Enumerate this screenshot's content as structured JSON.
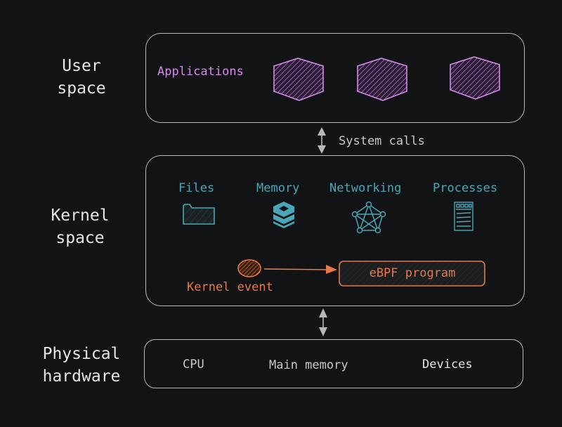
{
  "layers": {
    "user": {
      "label_line1": "User",
      "label_line2": "space",
      "group_label": "Applications",
      "app_count": 3
    },
    "syscall": {
      "label": "System calls"
    },
    "kernel": {
      "label_line1": "Kernel",
      "label_line2": "space",
      "subsystems": [
        {
          "label": "Files",
          "icon": "folder-icon"
        },
        {
          "label": "Memory",
          "icon": "stack-icon"
        },
        {
          "label": "Networking",
          "icon": "network-icon"
        },
        {
          "label": "Processes",
          "icon": "process-list-icon"
        }
      ],
      "event_label": "Kernel event",
      "ebpf_label": "eBPF program"
    },
    "hardware": {
      "label_line1": "Physical",
      "label_line2": "hardware",
      "items": [
        "CPU",
        "Main memory",
        "Devices"
      ]
    }
  },
  "colors": {
    "background": "#121314",
    "border": "#b8b8b8",
    "text": "#e6e6e6",
    "apps": "#d58be8",
    "kernel": "#4aa7b8",
    "ebpf": "#e8784a",
    "hardware_text": "#c8c8c8"
  }
}
